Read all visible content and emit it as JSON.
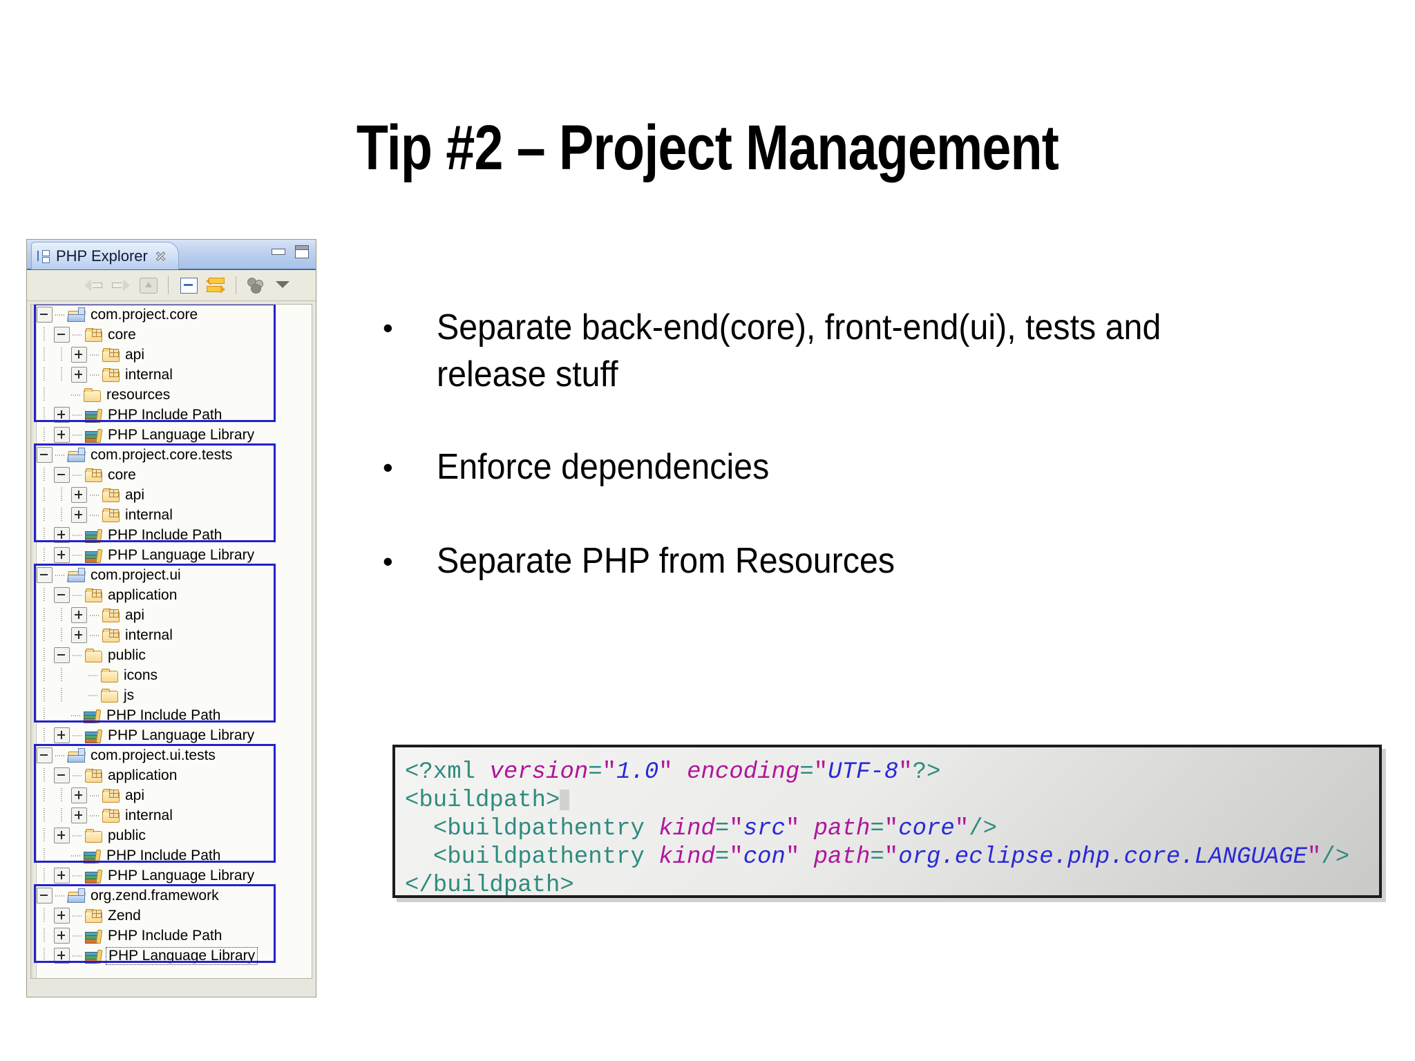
{
  "slide": {
    "title": "Tip #2 – Project Management",
    "bullet_marker": "•",
    "bullets": [
      "Separate back-end(core), front-end(ui), tests and release stuff",
      "Enforce dependencies",
      "Separate PHP from Resources"
    ]
  },
  "php_explorer": {
    "tab_label": "PHP Explorer",
    "tab_icon": "tree-view-icon",
    "close_icon": "close-icon",
    "minimize_icon": "minimize-icon",
    "maximize_icon": "maximize-icon",
    "toolbar": [
      {
        "name": "back-icon",
        "label": "Back"
      },
      {
        "name": "forward-icon",
        "label": "Forward"
      },
      {
        "name": "up-icon",
        "label": "Up"
      },
      {
        "name": "collapse-all-icon",
        "label": "Collapse All"
      },
      {
        "name": "link-with-editor-icon",
        "label": "Link with Editor"
      },
      {
        "name": "view-filter-icon",
        "label": "Filters"
      },
      {
        "name": "view-menu-chevron-icon",
        "label": "View Menu"
      }
    ],
    "tree": [
      {
        "label": "com.project.core",
        "depth": 0,
        "twisty": "minus",
        "icon": "project-folder-icon"
      },
      {
        "label": "core",
        "depth": 1,
        "twisty": "minus",
        "icon": "package-folder-icon"
      },
      {
        "label": "api",
        "depth": 2,
        "twisty": "plus",
        "icon": "package-folder-icon"
      },
      {
        "label": "internal",
        "depth": 2,
        "twisty": "plus",
        "icon": "package-folder-icon"
      },
      {
        "label": "resources",
        "depth": 1,
        "twisty": "none",
        "icon": "folder-icon"
      },
      {
        "label": "PHP Include Path",
        "depth": 1,
        "twisty": "plus",
        "icon": "library-books-icon"
      },
      {
        "label": "PHP Language Library",
        "depth": 1,
        "twisty": "plus",
        "icon": "library-books-icon"
      },
      {
        "label": "com.project.core.tests",
        "depth": 0,
        "twisty": "minus",
        "icon": "project-folder-icon"
      },
      {
        "label": "core",
        "depth": 1,
        "twisty": "minus",
        "icon": "package-folder-icon"
      },
      {
        "label": "api",
        "depth": 2,
        "twisty": "plus",
        "icon": "package-folder-icon"
      },
      {
        "label": "internal",
        "depth": 2,
        "twisty": "plus",
        "icon": "package-folder-icon"
      },
      {
        "label": "PHP Include Path",
        "depth": 1,
        "twisty": "plus",
        "icon": "library-books-icon"
      },
      {
        "label": "PHP Language Library",
        "depth": 1,
        "twisty": "plus",
        "icon": "library-books-icon"
      },
      {
        "label": "com.project.ui",
        "depth": 0,
        "twisty": "minus",
        "icon": "project-folder-icon"
      },
      {
        "label": "application",
        "depth": 1,
        "twisty": "minus",
        "icon": "package-folder-icon"
      },
      {
        "label": "api",
        "depth": 2,
        "twisty": "plus",
        "icon": "package-folder-icon"
      },
      {
        "label": "internal",
        "depth": 2,
        "twisty": "plus",
        "icon": "package-folder-icon"
      },
      {
        "label": "public",
        "depth": 1,
        "twisty": "minus",
        "icon": "folder-icon"
      },
      {
        "label": "icons",
        "depth": 2,
        "twisty": "none",
        "icon": "folder-icon"
      },
      {
        "label": "js",
        "depth": 2,
        "twisty": "none",
        "icon": "folder-icon"
      },
      {
        "label": "PHP Include Path",
        "depth": 1,
        "twisty": "none",
        "icon": "library-books-icon"
      },
      {
        "label": "PHP Language Library",
        "depth": 1,
        "twisty": "plus",
        "icon": "library-books-icon"
      },
      {
        "label": "com.project.ui.tests",
        "depth": 0,
        "twisty": "minus",
        "icon": "project-folder-icon"
      },
      {
        "label": "application",
        "depth": 1,
        "twisty": "minus",
        "icon": "package-folder-icon"
      },
      {
        "label": "api",
        "depth": 2,
        "twisty": "plus",
        "icon": "package-folder-icon"
      },
      {
        "label": "internal",
        "depth": 2,
        "twisty": "plus",
        "icon": "package-folder-icon"
      },
      {
        "label": "public",
        "depth": 1,
        "twisty": "plus",
        "icon": "folder-icon"
      },
      {
        "label": "PHP Include Path",
        "depth": 1,
        "twisty": "none",
        "icon": "library-books-icon"
      },
      {
        "label": "PHP Language Library",
        "depth": 1,
        "twisty": "plus",
        "icon": "library-books-icon"
      },
      {
        "label": "org.zend.framework",
        "depth": 0,
        "twisty": "minus",
        "icon": "project-folder-icon"
      },
      {
        "label": "Zend",
        "depth": 1,
        "twisty": "plus",
        "icon": "package-folder-icon"
      },
      {
        "label": "PHP Include Path",
        "depth": 1,
        "twisty": "plus",
        "icon": "library-books-icon"
      },
      {
        "label": "PHP Language Library",
        "depth": 1,
        "twisty": "plus",
        "icon": "library-books-icon",
        "selected": true
      }
    ],
    "highlight_color": "#2222cc",
    "highlight_groups": [
      {
        "start": 0,
        "end": 5
      },
      {
        "start": 7,
        "end": 11
      },
      {
        "start": 13,
        "end": 20
      },
      {
        "start": 22,
        "end": 27
      },
      {
        "start": 29,
        "end": 32
      }
    ]
  },
  "code_block": {
    "language": "xml",
    "colors": {
      "tag": "#2e8b7f",
      "attribute": "#b0159b",
      "value": "#2828d8"
    },
    "lines": [
      "<?xml version=\"1.0\" encoding=\"UTF-8\"?>",
      "<buildpath>",
      "  <buildpathentry kind=\"src\" path=\"core\"/>",
      "  <buildpathentry kind=\"con\" path=\"org.eclipse.php.core.LANGUAGE\"/>",
      "</buildpath>"
    ]
  }
}
